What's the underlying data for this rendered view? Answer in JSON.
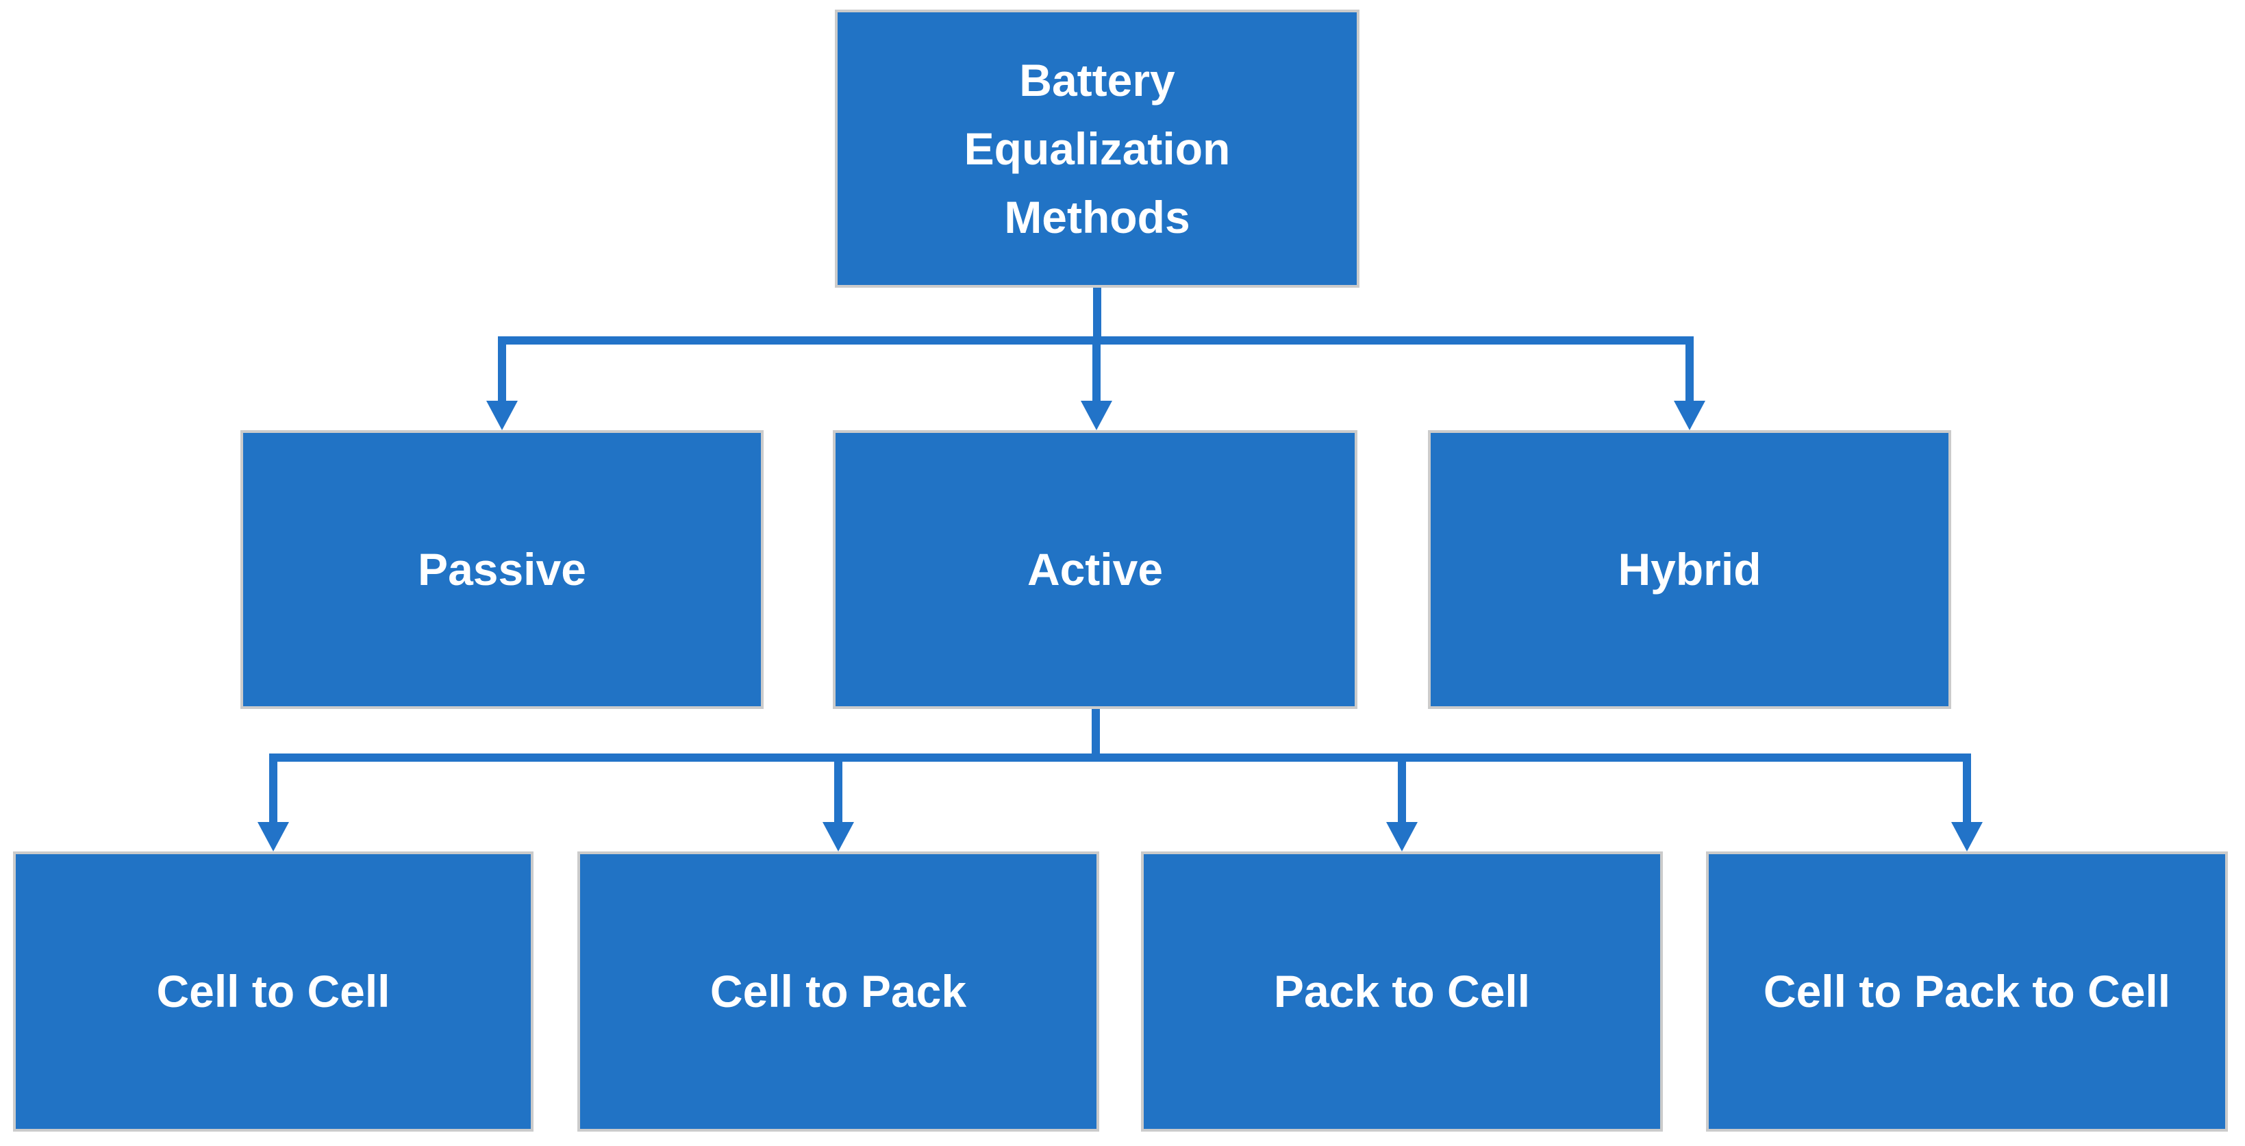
{
  "diagram": {
    "type": "flowchart",
    "root": {
      "id": "battery-equalization-methods",
      "label": "Battery Equalization Methods"
    },
    "level1": [
      {
        "id": "passive",
        "label": "Passive",
        "parent": "battery-equalization-methods"
      },
      {
        "id": "active",
        "label": "Active",
        "parent": "battery-equalization-methods"
      },
      {
        "id": "hybrid",
        "label": "Hybrid",
        "parent": "battery-equalization-methods"
      }
    ],
    "level2": [
      {
        "id": "cell-to-cell",
        "label": "Cell to Cell",
        "parent": "active"
      },
      {
        "id": "cell-to-pack",
        "label": "Cell to Pack",
        "parent": "active"
      },
      {
        "id": "pack-to-cell",
        "label": "Pack to Cell",
        "parent": "active"
      },
      {
        "id": "cell-to-pack-to-cell",
        "label": "Cell to Pack to Cell",
        "parent": "active"
      }
    ],
    "colors": {
      "node_fill": "#2173C5",
      "node_border": "#CBCBCB",
      "connector": "#2273C8",
      "text": "#FFFFFF",
      "background": "#FFFFFF"
    }
  }
}
